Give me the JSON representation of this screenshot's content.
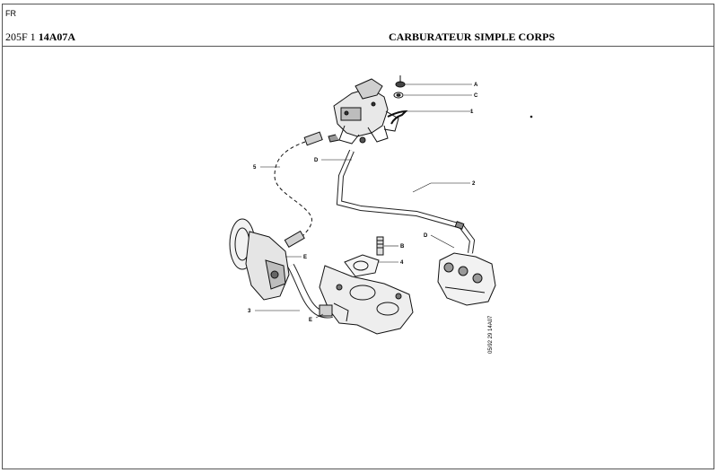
{
  "header": {
    "language": "FR",
    "code_prefix": "205F 1",
    "code_main": "14A07A",
    "title": "CARBURATEUR SIMPLE CORPS"
  },
  "diagram": {
    "callouts": [
      "A",
      "C",
      "1",
      "D",
      "2",
      "5",
      "B",
      "4",
      "E",
      "D",
      "3",
      "E"
    ],
    "reference": "05/92 29 14A07"
  }
}
